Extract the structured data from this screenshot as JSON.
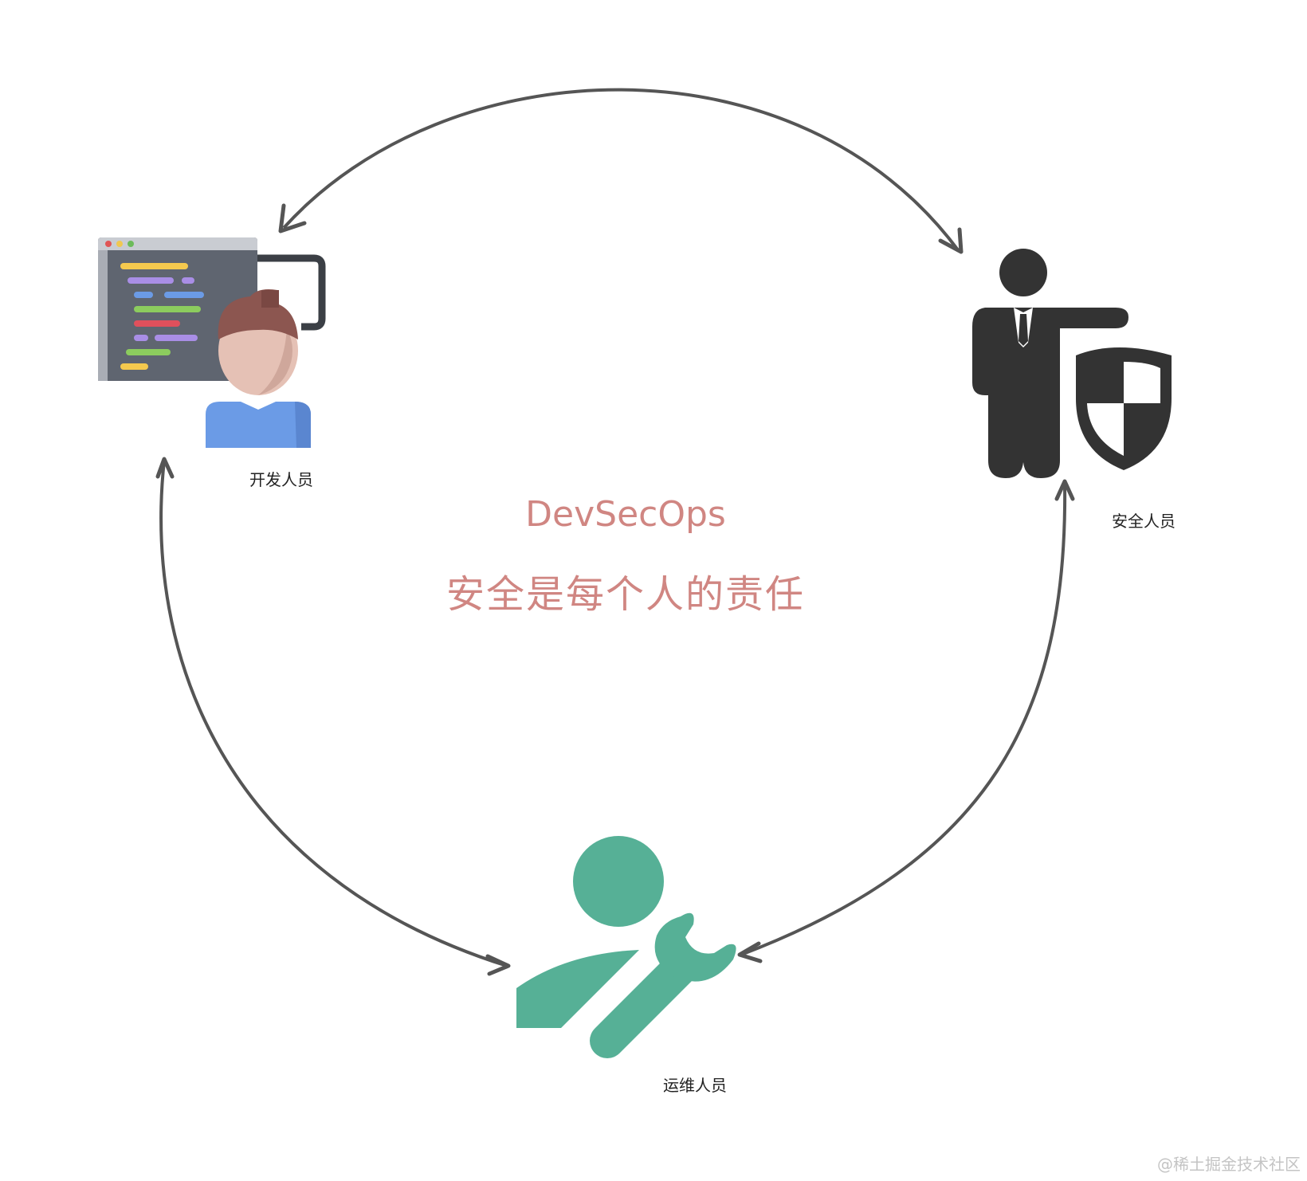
{
  "center": {
    "title": "DevSecOps",
    "subtitle": "安全是每个人的责任",
    "text_color": "#d08682"
  },
  "roles": {
    "developer": {
      "label": "开发人员",
      "icon": "developer-at-computer-icon"
    },
    "security": {
      "label": "安全人员",
      "icon": "security-person-shield-icon"
    },
    "ops": {
      "label": "运维人员",
      "icon": "ops-person-wrench-icon"
    }
  },
  "colors": {
    "arrow": "#555555",
    "ops_green": "#56b096",
    "security_dark": "#333333",
    "developer_shirt": "#6b9be6",
    "developer_hair": "#8c5650"
  },
  "watermark": "@稀土掘金技术社区"
}
